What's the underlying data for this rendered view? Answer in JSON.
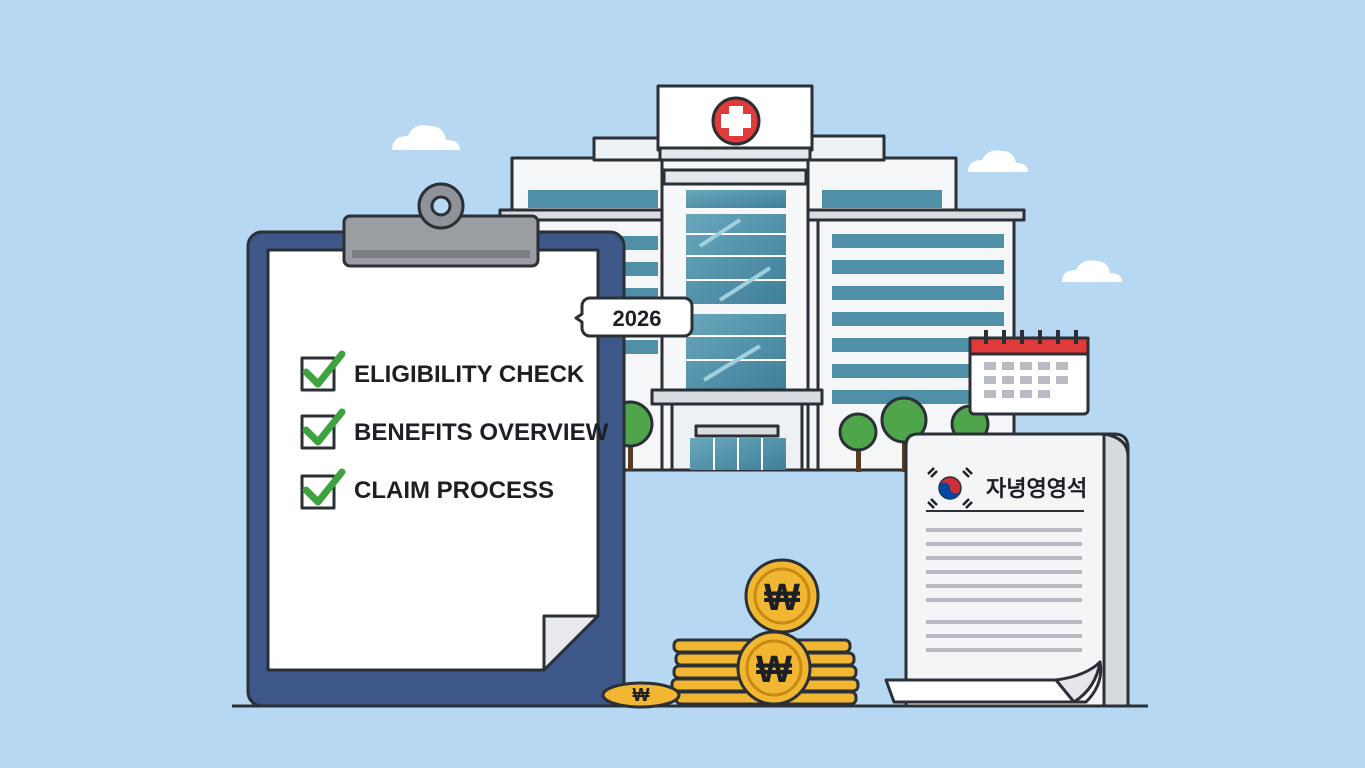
{
  "year_badge": "2026",
  "checklist": [
    {
      "label": "ELIGIBILITY CHECK",
      "checked": true
    },
    {
      "label": "BENEFITS OVERVIEW",
      "checked": true
    },
    {
      "label": "CLAIM PROCESS",
      "checked": true
    }
  ],
  "scroll_title": "자녕영영석",
  "currency_symbol": "₩",
  "icons": [
    "medical-cross-icon",
    "calendar-icon",
    "korean-flag-icon",
    "checkmark-icon",
    "cloud-icon",
    "coin-icon"
  ],
  "colors": {
    "sky": "#b7d8f2",
    "clipboard": "#3d5788",
    "check_green": "#3da33f",
    "medical_red": "#e03a3a",
    "coin_gold": "#f2b732",
    "window_teal": "#4f8fa8"
  }
}
